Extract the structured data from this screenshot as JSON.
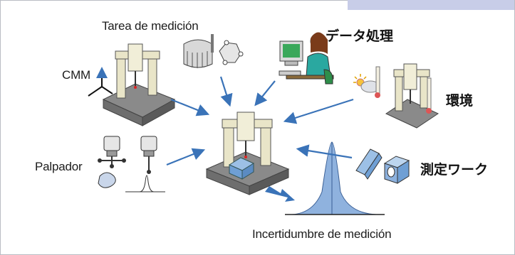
{
  "labels": {
    "measurement_task": "Tarea de medición",
    "data_processing": "データ処理",
    "cmm": "CMM",
    "environment": "環境",
    "probe": "Palpador",
    "workpiece": "測定ワーク",
    "uncertainty": "Incertidumbre de medición"
  },
  "colors": {
    "arrow": "#3a73b8",
    "frame_border": "#b9bcc4",
    "header_strip": "#c8cde8",
    "machine_body": "#e9e5c8",
    "machine_base": "#8a8a8a",
    "distribution_fill": "#8fb2de"
  }
}
